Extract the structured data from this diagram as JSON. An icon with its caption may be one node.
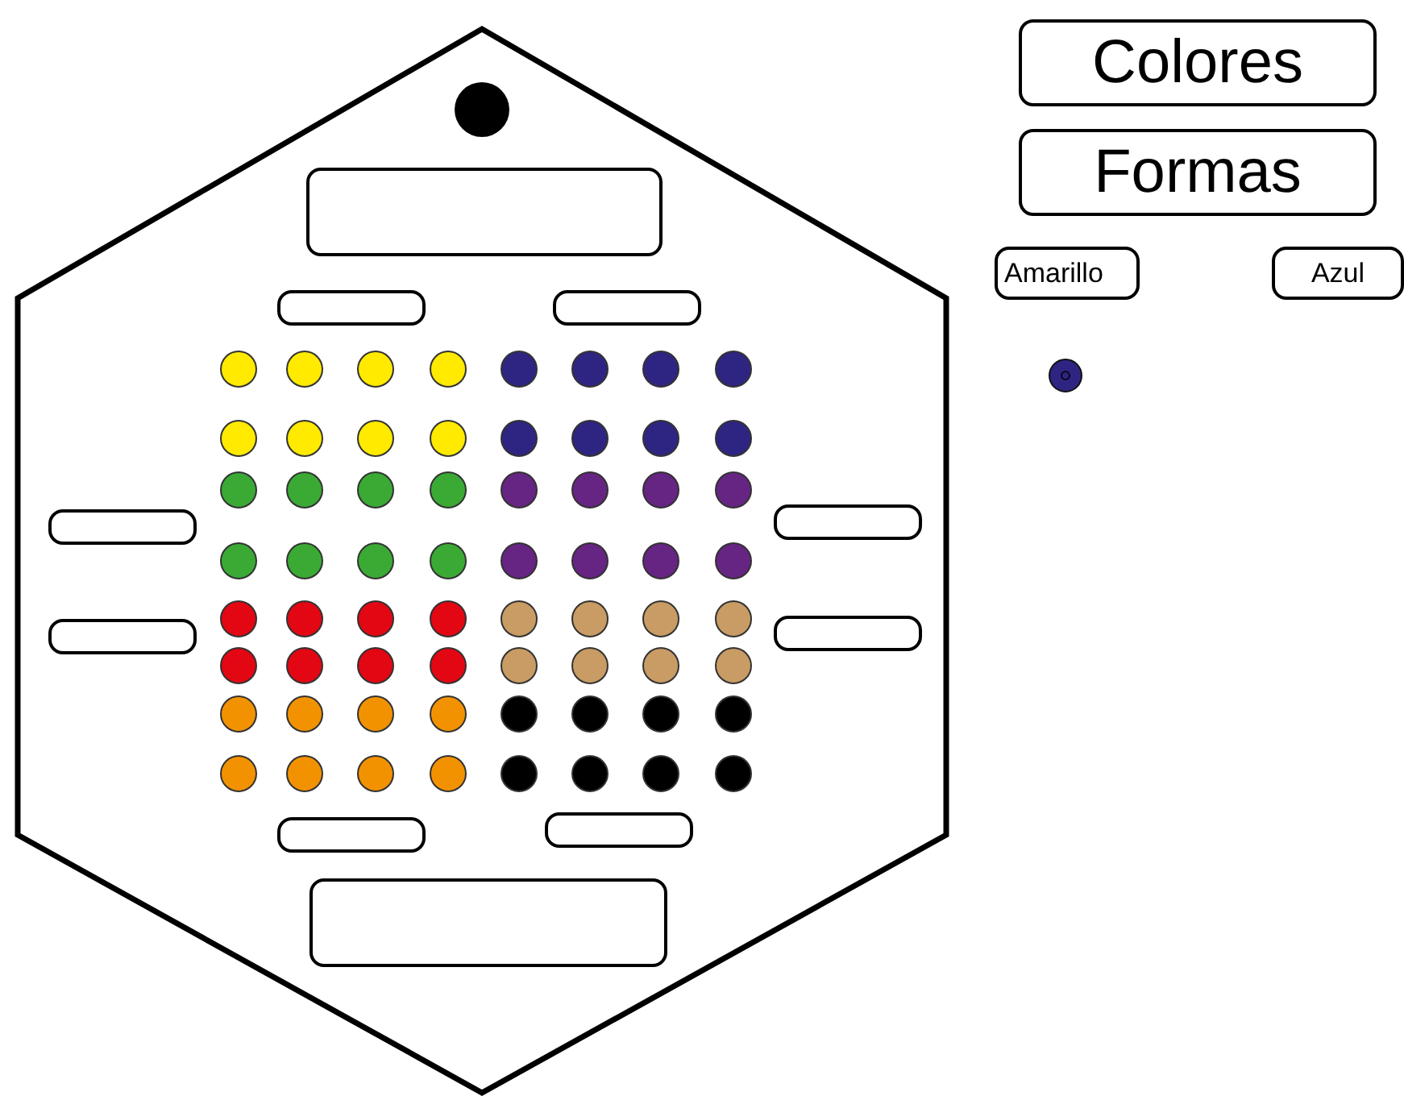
{
  "diagram": {
    "nodes": [
      {
        "text": [
          "Colores"
        ]
      },
      {
        "text": [
          "Formas"
        ]
      },
      {
        "text": [],
        "shape": "box"
      },
      {
        "text": [
          "Amarillo"
        ]
      },
      {
        "text": [
          "Azul"
        ]
      },
      {
        "text": [],
        "shape": "box"
      },
      {
        "text": [],
        "shape": "box"
      },
      {
        "text": [],
        "shape": "box"
      },
      {
        "text": [],
        "shape": "box"
      },
      {
        "text": [],
        "shape": "box"
      },
      {
        "text": [],
        "shape": "box"
      },
      {
        "text": [],
        "shape": "box"
      },
      {
        "text": [],
        "shape": "box"
      },
      {
        "text": [],
        "shape": "box"
      }
    ]
  }
}
